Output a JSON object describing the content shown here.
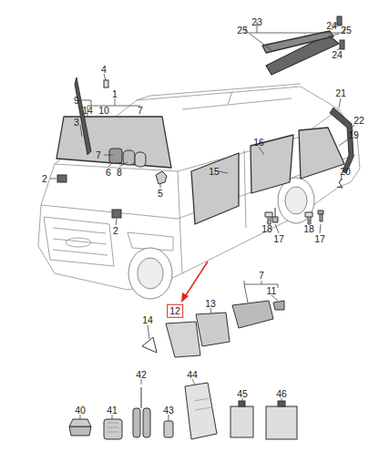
{
  "diagram": {
    "nodes": [
      {
        "text": [
          "12"
        ]
      }
    ],
    "labels": [
      "23",
      "25",
      "24",
      "25",
      "24",
      "4",
      "1",
      "21",
      "9",
      "14",
      "10",
      "7",
      "3",
      "22",
      "16",
      "19",
      "7",
      "6",
      "8",
      "15",
      "20",
      "2",
      "5",
      "18",
      "17",
      "18",
      "17",
      "2",
      "7",
      "11",
      "13",
      "14",
      "42",
      "44",
      "45",
      "46",
      "40",
      "41",
      "43"
    ]
  }
}
